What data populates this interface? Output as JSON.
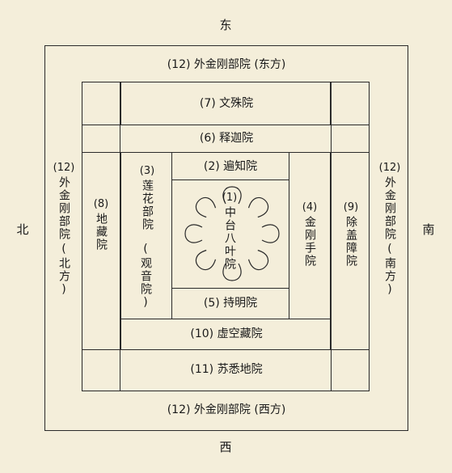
{
  "directions": {
    "east": "东",
    "west": "西",
    "north": "北",
    "south": "南"
  },
  "courts": {
    "c1": {
      "num": "(1)",
      "label": "中台八叶院"
    },
    "c2": {
      "label": "(2) 遍知院"
    },
    "c3": {
      "num": "(3)",
      "label": "莲花部院"
    },
    "c3_sub": "(观音院)",
    "c4": {
      "num": "(4)",
      "label": "金刚手院"
    },
    "c5": {
      "label": "(5) 持明院"
    },
    "c6": {
      "label": "(6) 释迦院"
    },
    "c7": {
      "label": "(7) 文殊院"
    },
    "c8": {
      "num": "(8)",
      "label": "地藏院"
    },
    "c9": {
      "num": "(9)",
      "label": "除盖障院"
    },
    "c10": {
      "label": "(10) 虚空藏院"
    },
    "c11": {
      "label": "(11) 苏悉地院"
    },
    "c12_east": {
      "label": "(12) 外金刚部院 (东方)"
    },
    "c12_west": {
      "label": "(12) 外金刚部院 (西方)"
    },
    "c12_north": {
      "num": "(12)",
      "label": "外金刚部院",
      "sub": "(北方)"
    },
    "c12_south": {
      "num": "(12)",
      "label": "外金刚部院",
      "sub": "(南方)"
    }
  }
}
